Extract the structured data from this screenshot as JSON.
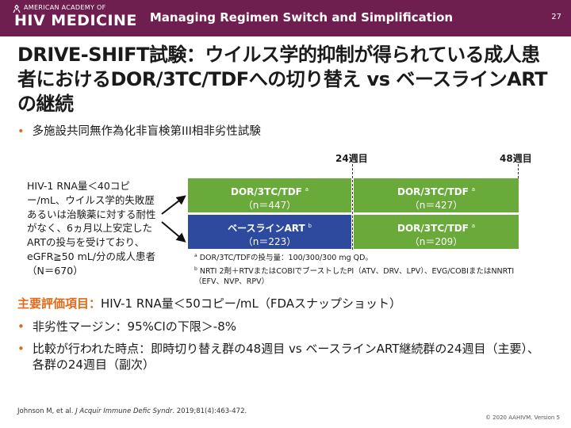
{
  "header": {
    "org_small": "AMERICAN ACADEMY OF",
    "org_big": "HIV MEDICINE",
    "title": "Managing Regimen Switch and Simplification",
    "page_number": "27"
  },
  "slide": {
    "title": "DRIVE-SHIFT試験：ウイルス学的抑制が得られている成人患者におけるDOR/3TC/TDFへの切り替え vs ベースラインARTの継続",
    "bullet_design": "多施設共同無作為化非盲検第III相非劣性試験",
    "week_24": "24週目",
    "week_48": "48週目",
    "population": "HIV-1 RNA量＜40コピー/mL、ウイルス学的失敗歴あるいは治験薬に対する耐性がなく、6ヵ月以上安定したARTの投与を受けており、eGFR≧50 mL/分の成人患者（N＝670）",
    "arms": {
      "top_left": {
        "name": "DOR/3TC/TDF",
        "sup": "a",
        "n": "（n＝447）"
      },
      "top_right": {
        "name": "DOR/3TC/TDF",
        "sup": "a",
        "n": "（n＝427）"
      },
      "bottom_left": {
        "name": "ベースラインART",
        "sup": "b",
        "n": "（n＝223）"
      },
      "bottom_right": {
        "name": "DOR/3TC/TDF",
        "sup": "a",
        "n": "（n＝209）"
      }
    },
    "footnotes": {
      "a_mark": "a",
      "a_text": "DOR/3TC/TDFの投与量：100/300/300 mg QD。",
      "b_mark": "b",
      "b_text": "NRTI 2剤＋RTVまたはCOBIでブーストしたPI（ATV、DRV、LPV）、EVG/COBIまたはNNRTI（EFV、NVP、RPV）"
    },
    "primary_label": "主要評価項目：",
    "primary_text": "HIV-1 RNA量＜50コピー/mL（FDAスナップショット）",
    "bullet_margin": "非劣性マージン：95%CIの下限＞-8%",
    "bullet_timing": "比較が行われた時点：即時切り替え群の48週目 vs ベースラインART継続群の24週目（主要）、各群の24週目（副次）",
    "citation_authors": "Johnson M, et al. ",
    "citation_journal": "J Acquir Immune Defic Syndr",
    "citation_rest": ". 2019;81(4):463-472.",
    "copyright": "© 2020 AAHIVM. Version 5"
  },
  "colors": {
    "header_bg": "#6e1e4f",
    "accent_orange": "#e06a1a",
    "arm_green": "#6aaa3a",
    "arm_blue": "#2e4a9e"
  }
}
